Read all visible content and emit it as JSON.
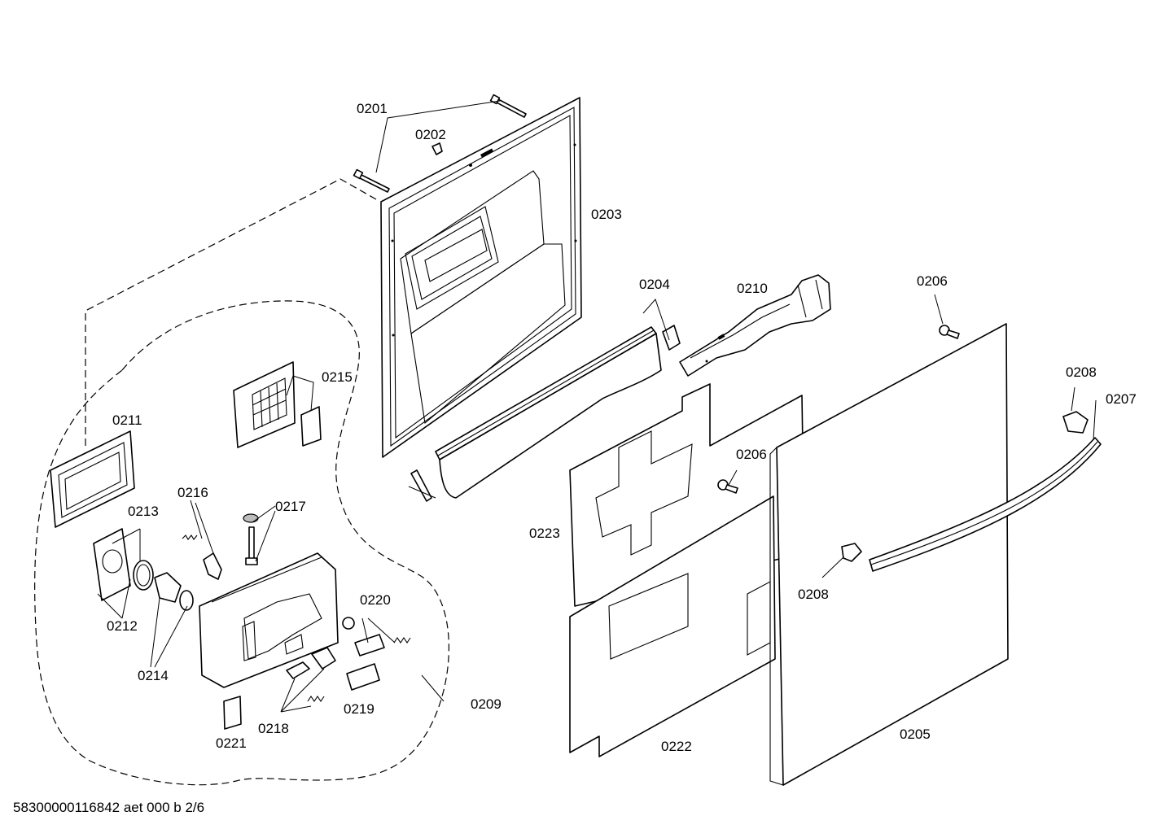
{
  "labels": {
    "p0201": "0201",
    "p0202": "0202",
    "p0203": "0203",
    "p0204": "0204",
    "p0205": "0205",
    "p0206a": "0206",
    "p0206b": "0206",
    "p0207": "0207",
    "p0208a": "0208",
    "p0208b": "0208",
    "p0209": "0209",
    "p0210": "0210",
    "p0211": "0211",
    "p0212": "0212",
    "p0213": "0213",
    "p0214": "0214",
    "p0215": "0215",
    "p0216": "0216",
    "p0217": "0217",
    "p0218": "0218",
    "p0219": "0219",
    "p0220": "0220",
    "p0221": "0221",
    "p0222": "0222",
    "p0223": "0223"
  },
  "footer": {
    "drawing_id": "58300000116842 aet 000 b 2/6"
  }
}
